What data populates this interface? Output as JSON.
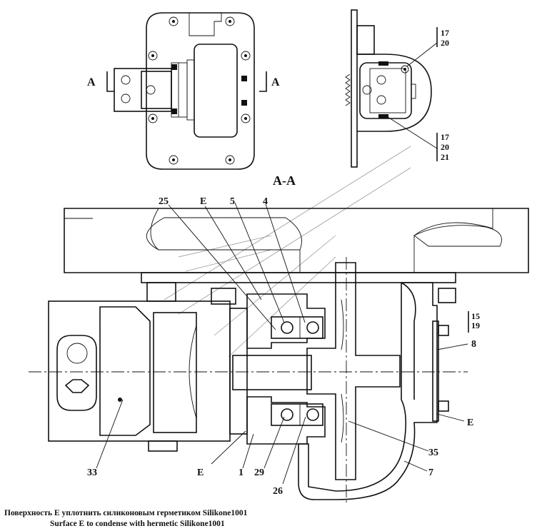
{
  "section_markers": {
    "left": "A",
    "right": "A",
    "section_title": "A-A"
  },
  "top_right_labels": {
    "group1": [
      "17",
      "20"
    ],
    "group2": [
      "17",
      "20",
      "21"
    ]
  },
  "callouts": {
    "c25": "25",
    "cE_top": "E",
    "c5": "5",
    "c4": "4",
    "c15_19": [
      "15",
      "19"
    ],
    "c8": "8",
    "cE_right": "E",
    "c35": "35",
    "c7": "7",
    "c33": "33",
    "cE_bottom": "E",
    "c1": "1",
    "c29": "29",
    "c26": "26"
  },
  "caption": {
    "ru": "Поверхность E уплотнить силиконовым герметиком Silikone1001",
    "en": "Surface E to condense  with hermetic Silikone1001"
  }
}
